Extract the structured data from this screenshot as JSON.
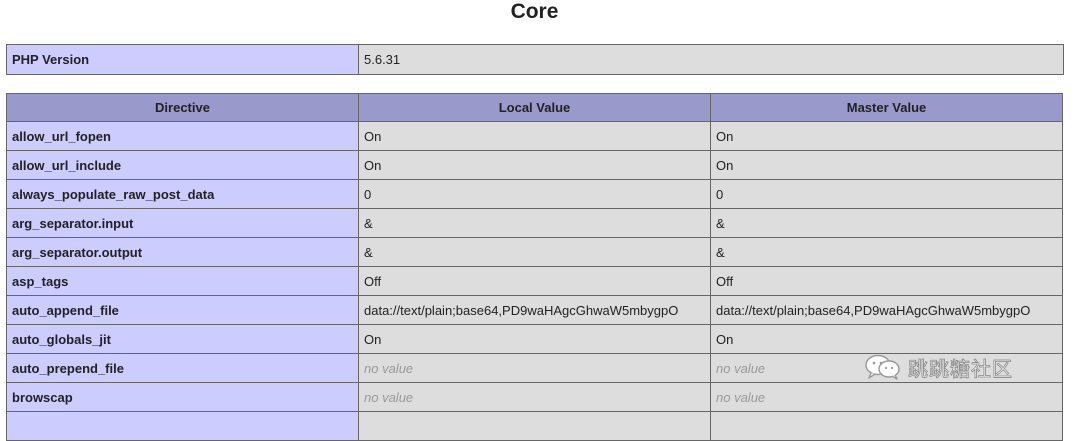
{
  "page": {
    "section_title": "Core"
  },
  "version_row": {
    "label": "PHP Version",
    "value": "5.6.31"
  },
  "directives_table": {
    "headers": [
      "Directive",
      "Local Value",
      "Master Value"
    ],
    "rows": [
      {
        "directive": "allow_url_fopen",
        "local": "On",
        "master": "On"
      },
      {
        "directive": "allow_url_include",
        "local": "On",
        "master": "On"
      },
      {
        "directive": "always_populate_raw_post_data",
        "local": "0",
        "master": "0"
      },
      {
        "directive": "arg_separator.input",
        "local": "&",
        "master": "&"
      },
      {
        "directive": "arg_separator.output",
        "local": "&",
        "master": "&"
      },
      {
        "directive": "asp_tags",
        "local": "Off",
        "master": "Off"
      },
      {
        "directive": "auto_append_file",
        "local": "data://text/plain;base64,PD9waHAgcGhwaW5mbygpO",
        "master": "data://text/plain;base64,PD9waHAgcGhwaW5mbygpO"
      },
      {
        "directive": "auto_globals_jit",
        "local": "On",
        "master": "On"
      },
      {
        "directive": "auto_prepend_file",
        "local": "no value",
        "master": "no value"
      },
      {
        "directive": "browscap",
        "local": "no value",
        "master": "no value"
      }
    ]
  },
  "watermark": {
    "icon": "wechat-icon",
    "text": "跳跳糖社区"
  }
}
